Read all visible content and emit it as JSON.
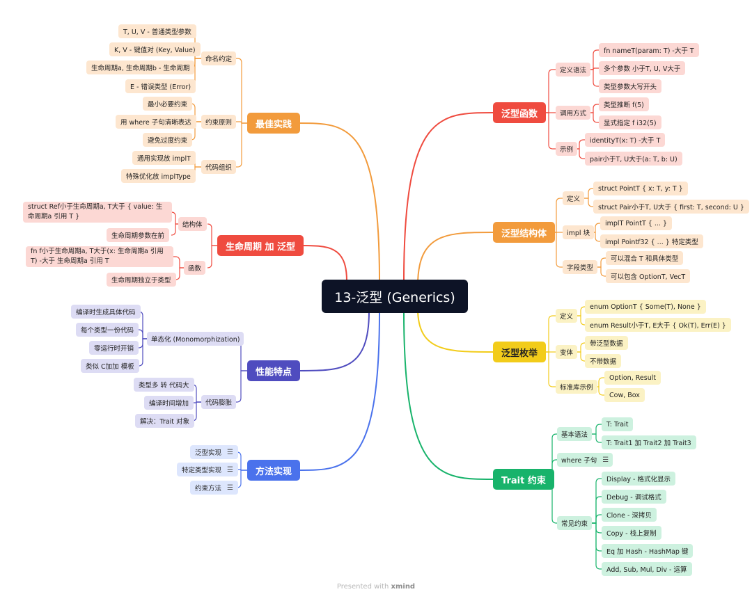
{
  "root": {
    "label": "13-泛型 (Generics)"
  },
  "branches": {
    "fn": {
      "label": "泛型函数",
      "color": "#ef4b3f",
      "light": "#fcd8d4",
      "def": {
        "label": "定义语法",
        "leaves": [
          "fn nameT(param: T) -大于 T",
          "多个参数 小于T, U, V大于",
          "类型参数大写开头"
        ]
      },
      "call": {
        "label": "调用方式",
        "leaves": [
          "类型推断 f(5)",
          "显式指定 f i32(5)"
        ]
      },
      "ex": {
        "label": "示例",
        "leaves": [
          "identityT(x: T) -大于 T",
          "pair小于T, U大于(a: T, b: U)"
        ]
      }
    },
    "struct": {
      "label": "泛型结构体",
      "color": "#f29b3c",
      "light": "#fde6cf",
      "def": {
        "label": "定义",
        "leaves": [
          "struct PointT { x: T, y: T }",
          "struct Pair小于T, U大于 { first: T, second: U }"
        ]
      },
      "impl": {
        "label": "impl 块",
        "leaves": [
          "implT PointT { ... }",
          "impl Pointf32 { ... } 特定类型"
        ]
      },
      "field": {
        "label": "字段类型",
        "leaves": [
          "可以混合 T 和具体类型",
          "可以包含 OptionT, VecT"
        ]
      }
    },
    "enum": {
      "label": "泛型枚举",
      "color": "#f2cc1a",
      "light": "#fbf2c4",
      "def": {
        "label": "定义",
        "leaves": [
          "enum OptionT { Some(T), None }",
          "enum Result小于T, E大于 { Ok(T), Err(E) }"
        ]
      },
      "variant": {
        "label": "变体",
        "leaves": [
          "带泛型数据",
          "不带数据"
        ]
      },
      "std": {
        "label": "标准库示例",
        "leaves": [
          "Option, Result",
          "Cow, Box"
        ]
      }
    },
    "trait": {
      "label": "Trait 约束",
      "color": "#18b36b",
      "light": "#cdf1df",
      "basic": {
        "label": "基本语法",
        "leaves": [
          "T: Trait",
          "T: Trait1 加 Trait2 加 Trait3"
        ]
      },
      "where": {
        "label": "where 子句",
        "note": "☰"
      },
      "common": {
        "label": "常见约束",
        "leaves": [
          "Display - 格式化显示",
          "Debug - 调试格式",
          "Clone - 深拷贝",
          "Copy - 栈上复制",
          "Eq 加 Hash - HashMap 键",
          "Add, Sub, Mul, Div - 运算"
        ]
      }
    },
    "best": {
      "label": "最佳实践",
      "color": "#f29b3c",
      "light": "#fde6cf",
      "naming": {
        "label": "命名约定",
        "leaves": [
          "T, U, V - 普通类型参数",
          "K, V - 键值对 (Key, Value)",
          "生命周期a, 生命周期b - 生命周期",
          "E - 错误类型 (Error)"
        ]
      },
      "bound": {
        "label": "约束原则",
        "leaves": [
          "最小必要约束",
          "用 where 子句清晰表达",
          "避免过度约束"
        ]
      },
      "org": {
        "label": "代码组织",
        "leaves": [
          "通用实现放 implT",
          "特殊优化放 implType"
        ]
      }
    },
    "life": {
      "label": "生命周期 加 泛型",
      "color": "#ef4b3f",
      "light": "#fcd8d4",
      "struct": {
        "label": "结构体",
        "leaves": [
          "struct Ref小于生命周期a, T大于 { value: 生命周期a 引用 T }",
          "生命周期参数在前"
        ]
      },
      "func": {
        "label": "函数",
        "leaves": [
          "fn f小于生命周期a, T大于(x: 生命周期a 引用 T) -大于 生命周期a 引用 T",
          "生命周期独立于类型"
        ]
      }
    },
    "perf": {
      "label": "性能特点",
      "color": "#4f4cbf",
      "light": "#dddcf4",
      "mono": {
        "label": "单态化 (Monomorphization)",
        "leaves": [
          "编译时生成具体代码",
          "每个类型一份代码",
          "零运行时开销",
          "类似 C加加 模板"
        ]
      },
      "bloat": {
        "label": "代码膨胀",
        "leaves": [
          "类型多 转 代码大",
          "编译时间增加",
          "解决：Trait 对象"
        ]
      }
    },
    "method": {
      "label": "方法实现",
      "color": "#4a72ec",
      "light": "#dde6fd",
      "leaves": [
        "泛型实现",
        "特定类型实现",
        "约束方法"
      ],
      "note": "☰"
    }
  },
  "footer": {
    "prefix": "Presented with",
    "brand": "xmind"
  }
}
